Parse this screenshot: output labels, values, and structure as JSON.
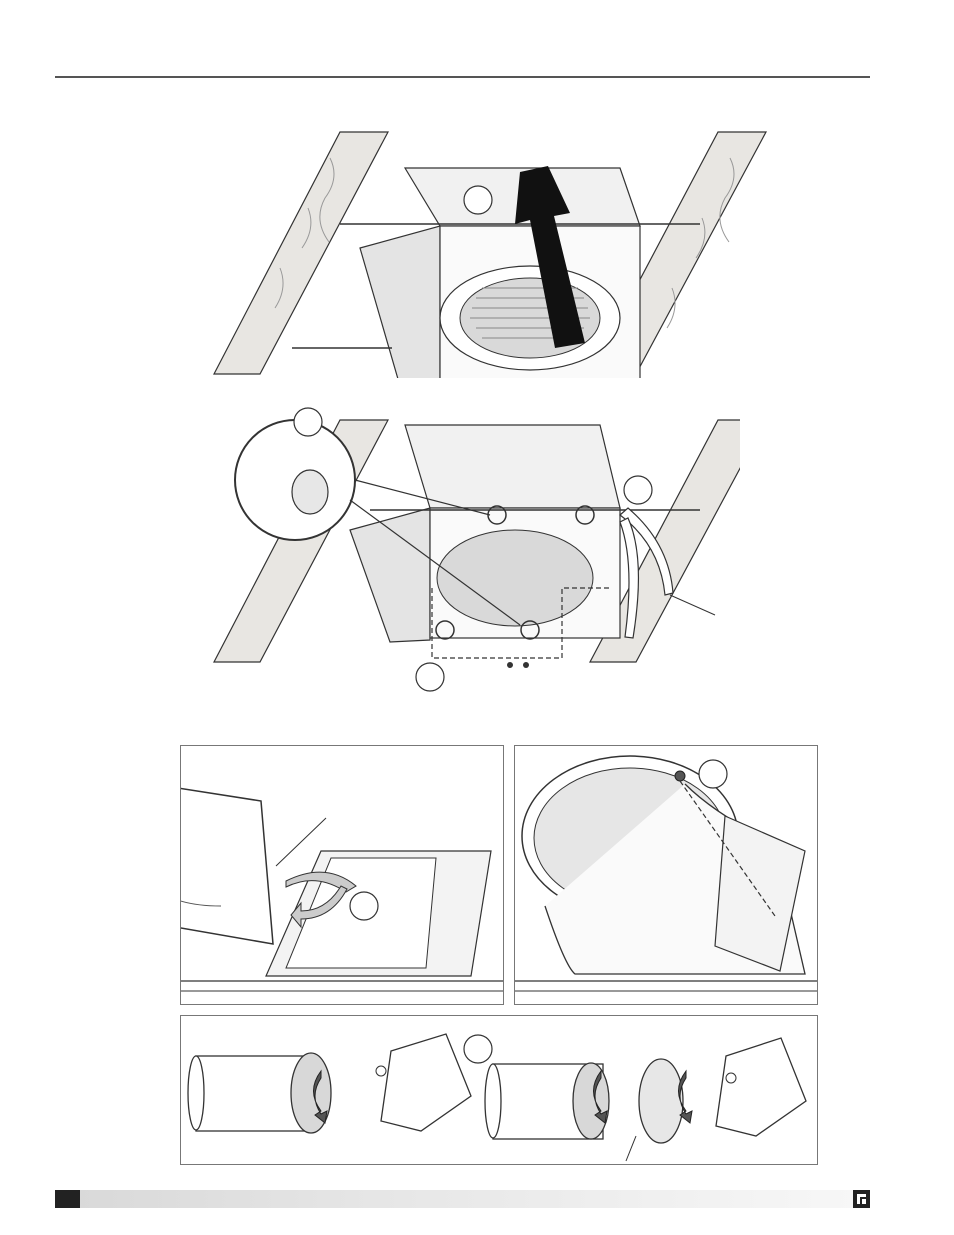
{
  "page": {
    "header_rule": true,
    "footer": {
      "brand_mark_icon": "brand-logo-icon"
    }
  },
  "figures": [
    {
      "id": "fan-housing-pushed-up",
      "icons": [
        "fan-housing-icon",
        "upward-arrow-icon",
        "callout-circle"
      ]
    },
    {
      "id": "fan-housing-fastened",
      "icons": [
        "magnifier-detail-icon",
        "pliers-icon",
        "screw-icon",
        "callout-circle"
      ]
    },
    {
      "id": "damper-rotation",
      "icons": [
        "duct-connector-icon",
        "rotate-arrow-icon",
        "callout-circle"
      ]
    },
    {
      "id": "connector-screw",
      "icons": [
        "duct-connector-icon",
        "screw-icon",
        "callout-circle"
      ]
    },
    {
      "id": "duct-taping",
      "icons": [
        "duct-icon",
        "tape-arrow-icon",
        "callout-circle"
      ]
    }
  ],
  "colors": {
    "line": "#333333",
    "wood": "#e8e6e2",
    "arrow": "#111111",
    "rule": "#555555"
  }
}
